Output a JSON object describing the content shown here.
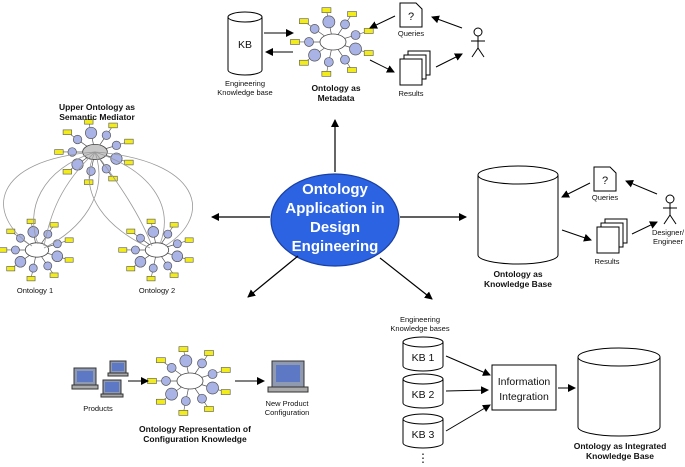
{
  "center": {
    "lines": [
      "Ontology",
      "Application in",
      "Design",
      "Engineering"
    ]
  },
  "top": {
    "kb_label": "KB",
    "kb_caption": [
      "Engineering",
      "Knowledge base"
    ],
    "title": [
      "Ontology as",
      "Metadata"
    ],
    "queries": "Queries",
    "results": "Results",
    "query_mark": "?"
  },
  "left": {
    "title": [
      "Upper Ontology as",
      "Semantic Mediator"
    ],
    "ontology1": "Ontology 1",
    "ontology2": "Ontology 2"
  },
  "right": {
    "title": [
      "Ontology as",
      "Knowledge Base"
    ],
    "queries": "Queries",
    "results": "Results",
    "user": [
      "Designer/",
      "Engineer"
    ],
    "query_mark": "?"
  },
  "bottom_left": {
    "products": "Products",
    "new_config": [
      "New Product",
      "Configuration"
    ],
    "title": [
      "Ontology Representation of",
      "Configuration Knowledge"
    ]
  },
  "bottom_right": {
    "kbs_caption": [
      "Engineering",
      "Knowledge bases"
    ],
    "kb1": "KB 1",
    "kb2": "KB 2",
    "kb3": "KB 3",
    "integration": [
      "Information",
      "Integration"
    ],
    "title": [
      "Ontology as Integrated",
      "Knowledge Base"
    ],
    "ellipsis": "⋮"
  },
  "colors": {
    "node": "#a9b3e6",
    "tag": "#f2ec1c",
    "center": "#2b63e3",
    "gray": "#c8c8c8"
  }
}
